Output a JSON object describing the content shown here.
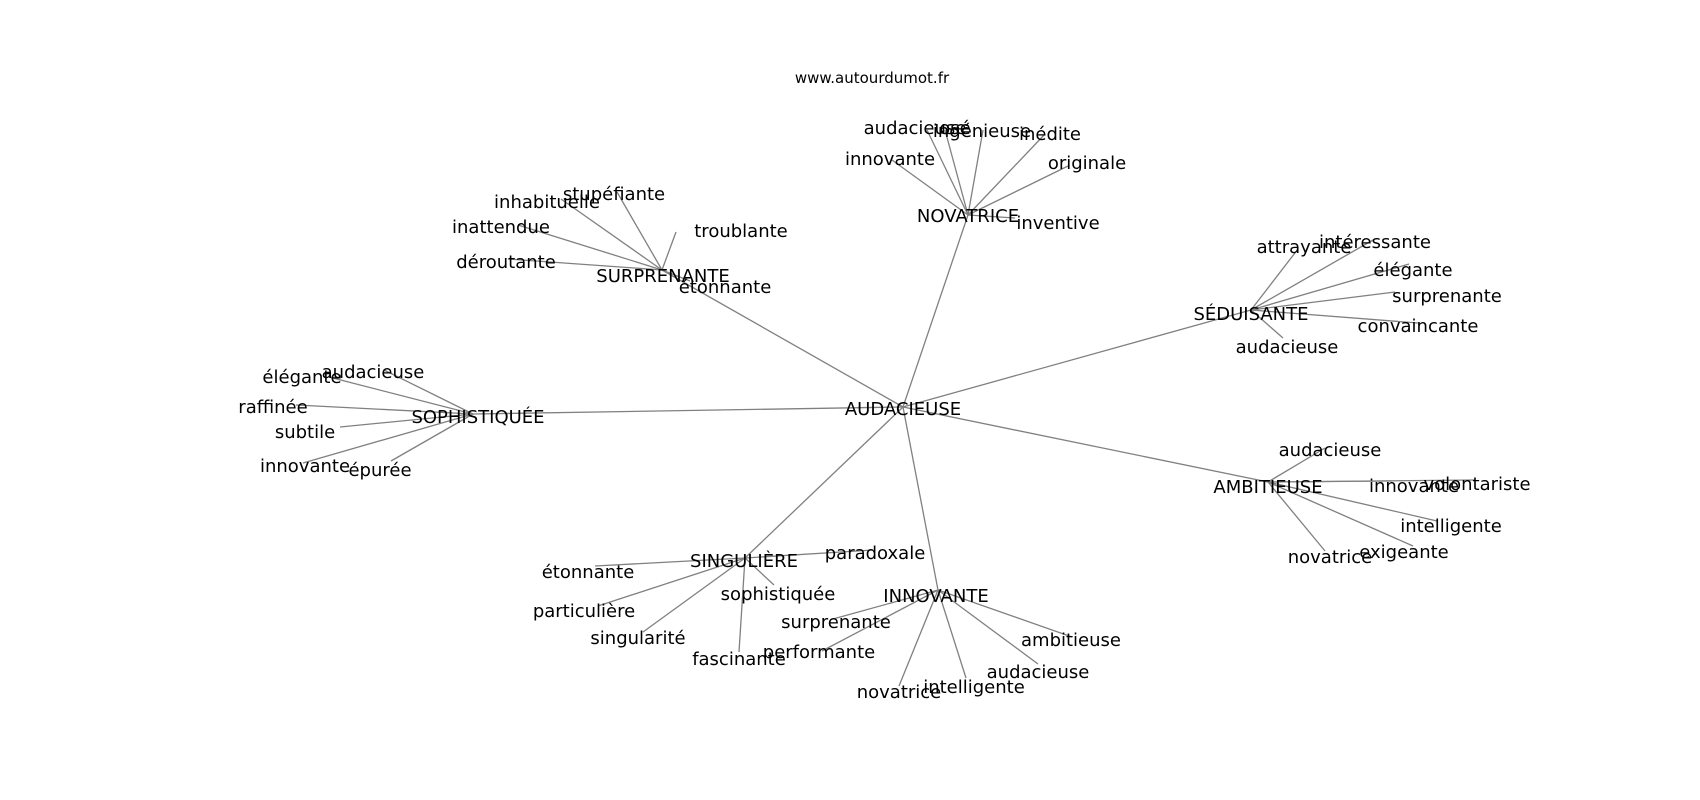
{
  "source": "www.autourdumot.fr",
  "root": "AUDACIEUSE",
  "clusters": [
    {
      "hub": "NOVATRICE",
      "words": [
        "audacieuse",
        "osé",
        "ingénieuse",
        "inédite",
        "originale",
        "innovante",
        "inventive"
      ]
    },
    {
      "hub": "SURPRENANTE",
      "words": [
        "stupéfiante",
        "inhabituelle",
        "inattendue",
        "troublante",
        "déroutante",
        "étonnante"
      ]
    },
    {
      "hub": "SÉDUISANTE",
      "words": [
        "intéressante",
        "attrayante",
        "élégante",
        "surprenante",
        "convaincante",
        "audacieuse"
      ]
    },
    {
      "hub": "SOPHISTIQUÉE",
      "words": [
        "audacieuse",
        "élégante",
        "raffinée",
        "subtile",
        "innovante",
        "épurée"
      ]
    },
    {
      "hub": "AMBITIEUSE",
      "words": [
        "audacieuse",
        "volontariste",
        "innovante",
        "intelligente",
        "exigeante",
        "novatrice"
      ]
    },
    {
      "hub": "SINGULIÈRE",
      "words": [
        "paradoxale",
        "étonnante",
        "sophistiquée",
        "particulière",
        "singularité",
        "fascinante"
      ]
    },
    {
      "hub": "INNOVANTE",
      "words": [
        "surprenante",
        "performante",
        "ambitieuse",
        "audacieuse",
        "intelligente",
        "novatrice"
      ]
    }
  ]
}
